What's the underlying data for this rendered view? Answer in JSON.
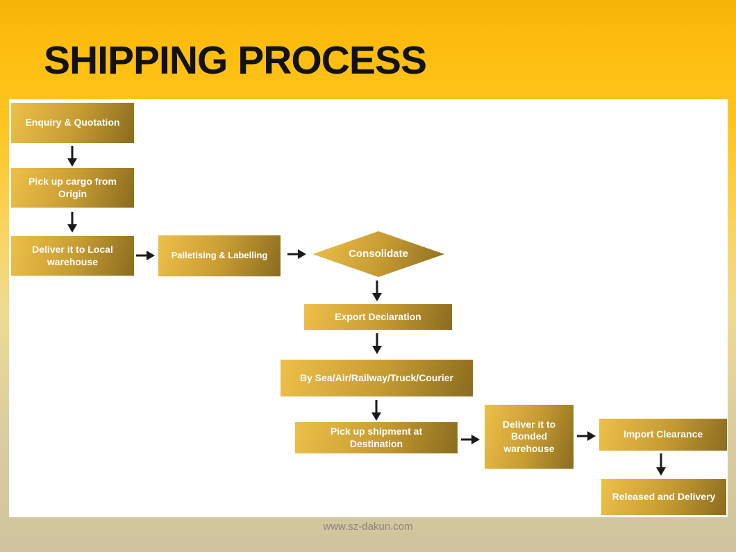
{
  "title": "SHIPPING PROCESS",
  "footer": {
    "website": "www.sz-dakun.com"
  },
  "colors": {
    "background_top": "#F6B307",
    "background_bottom": "#CFC49E",
    "canvas": "#FFFFFF",
    "node_gradient_start": "#EEC049",
    "node_gradient_end": "#8A6C1F",
    "node_text": "#FFFFFF",
    "title_text": "#121212",
    "arrow": "#1A1A1A",
    "footer_text": "#8A8478"
  },
  "flowchart": {
    "nodes": [
      {
        "id": "enquiry-quotation",
        "label": "Enquiry & Quotation",
        "shape": "rect"
      },
      {
        "id": "pickup-cargo-origin",
        "label": "Pick up cargo from Origin",
        "shape": "rect"
      },
      {
        "id": "deliver-local-warehouse",
        "label": "Deliver it to Local warehouse",
        "shape": "rect"
      },
      {
        "id": "palletising-labelling",
        "label": "Palletising & Labelling",
        "shape": "rect"
      },
      {
        "id": "consolidate",
        "label": "Consolidate",
        "shape": "diamond"
      },
      {
        "id": "export-declaration",
        "label": "Export Declaration",
        "shape": "rect"
      },
      {
        "id": "transport-mode",
        "label": "By Sea/Air/Railway/Truck/Courier",
        "shape": "rect"
      },
      {
        "id": "pickup-shipment-destination",
        "label": "Pick up shipment at Destination",
        "shape": "rect"
      },
      {
        "id": "deliver-bonded-warehouse",
        "label": "Deliver it to Bonded warehouse",
        "shape": "rect"
      },
      {
        "id": "import-clearance",
        "label": "Import Clearance",
        "shape": "rect"
      },
      {
        "id": "released-delivery",
        "label": "Released and Delivery",
        "shape": "rect"
      }
    ]
  }
}
